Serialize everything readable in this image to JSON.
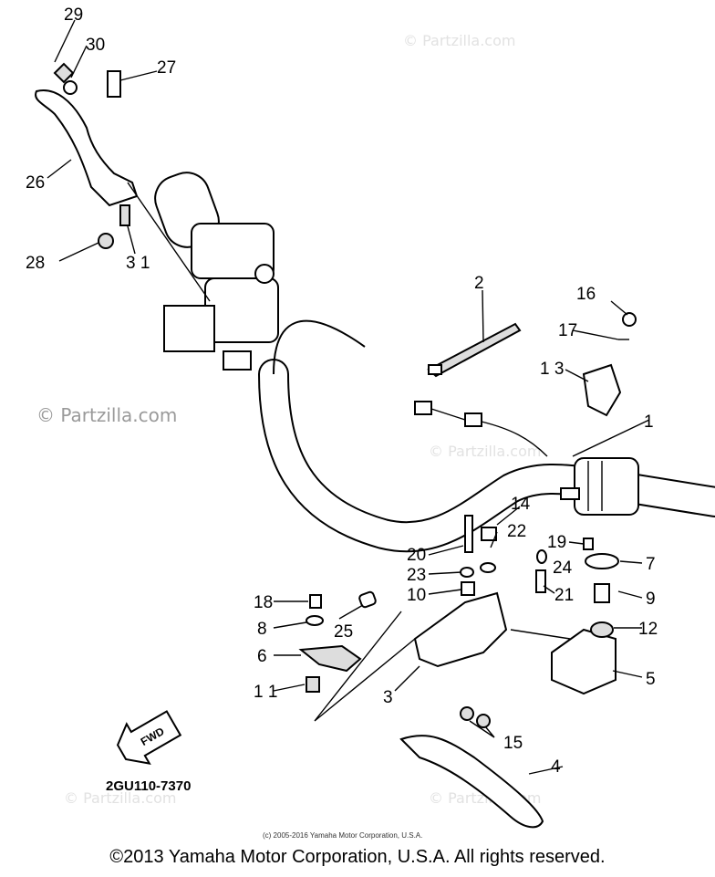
{
  "callouts": [
    {
      "id": "1",
      "label": "1"
    },
    {
      "id": "2",
      "label": "2"
    },
    {
      "id": "3",
      "label": "3"
    },
    {
      "id": "4",
      "label": "4"
    },
    {
      "id": "5",
      "label": "5"
    },
    {
      "id": "6",
      "label": "6"
    },
    {
      "id": "7",
      "label": "7"
    },
    {
      "id": "8",
      "label": "8"
    },
    {
      "id": "9",
      "label": "9"
    },
    {
      "id": "10",
      "label": "10"
    },
    {
      "id": "11",
      "label": "1 1"
    },
    {
      "id": "12",
      "label": "12"
    },
    {
      "id": "13",
      "label": "1 3"
    },
    {
      "id": "14",
      "label": "14"
    },
    {
      "id": "15",
      "label": "15"
    },
    {
      "id": "16",
      "label": "16"
    },
    {
      "id": "17",
      "label": "17"
    },
    {
      "id": "18",
      "label": "18"
    },
    {
      "id": "19",
      "label": "19"
    },
    {
      "id": "20",
      "label": "20"
    },
    {
      "id": "21",
      "label": "21"
    },
    {
      "id": "22",
      "label": "22"
    },
    {
      "id": "23",
      "label": "23"
    },
    {
      "id": "24",
      "label": "24"
    },
    {
      "id": "25",
      "label": "25"
    },
    {
      "id": "26",
      "label": "26"
    },
    {
      "id": "27",
      "label": "27"
    },
    {
      "id": "28",
      "label": "28"
    },
    {
      "id": "29",
      "label": "29"
    },
    {
      "id": "30",
      "label": "30"
    },
    {
      "id": "31",
      "label": "3 1"
    }
  ],
  "watermarks": {
    "main": "© Partzilla.com",
    "faint": "© Partzilla.com"
  },
  "diagram_code": "2GU110-7370",
  "fwd_label": "FWD",
  "small_copyright": "(c) 2005-2016 Yamaha Motor Corporation, U.S.A.",
  "footer": "©2013 Yamaha Motor Corporation, U.S.A. All rights reserved."
}
